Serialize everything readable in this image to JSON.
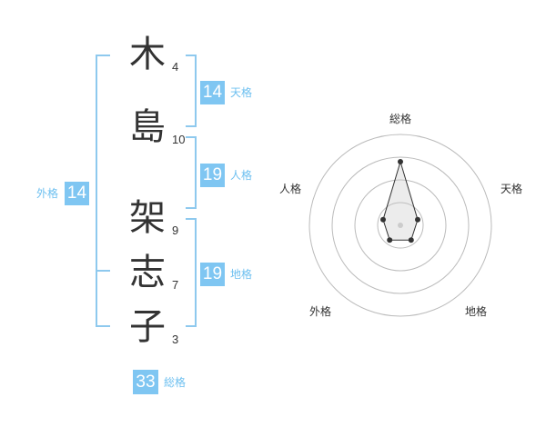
{
  "name": {
    "chars": [
      {
        "char": "木",
        "strokes": "4"
      },
      {
        "char": "島",
        "strokes": "10"
      },
      {
        "char": "架",
        "strokes": "9"
      },
      {
        "char": "志",
        "strokes": "7"
      },
      {
        "char": "子",
        "strokes": "3"
      }
    ]
  },
  "scores": {
    "tenkaku": {
      "value": "14",
      "label": "天格"
    },
    "jinkaku": {
      "value": "19",
      "label": "人格"
    },
    "chikaku": {
      "value": "19",
      "label": "地格"
    },
    "gaikaku": {
      "value": "14",
      "label": "外格"
    },
    "soukaku": {
      "value": "33",
      "label": "総格"
    }
  },
  "colors": {
    "accent": "#7fc6f2",
    "bracket": "#8ec9ee",
    "label": "#6ec0f0",
    "text": "#333333"
  },
  "chart_data": {
    "type": "radar",
    "axes": [
      "総格",
      "天格",
      "地格",
      "外格",
      "人格"
    ],
    "values": [
      0.7,
      0.2,
      0.2,
      0.2,
      0.2
    ],
    "range": [
      0,
      1
    ],
    "rings": 4,
    "grid": true
  }
}
